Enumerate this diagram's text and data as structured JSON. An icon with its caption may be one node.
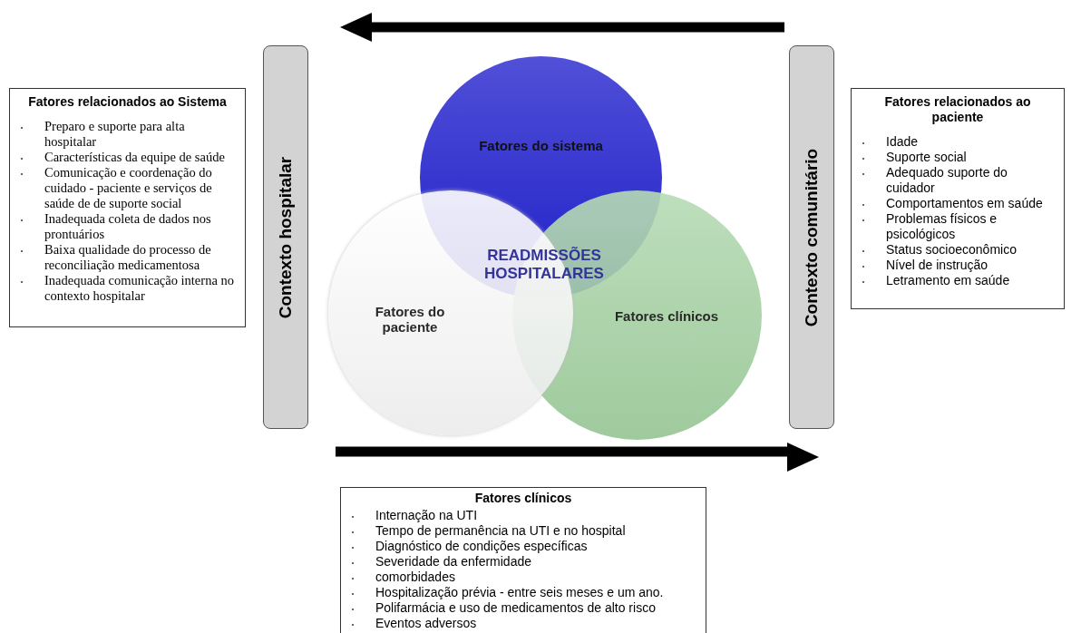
{
  "diagram": {
    "nodes": [
      {
        "text": [
          "Fatores relacionados ao Sistema",
          "Preparo e suporte para alta hospitalar",
          "Características da equipe de saúde",
          "Comunicação e coordenação do cuidado - paciente e serviços de saúde de de suporte social",
          "Inadequada coleta de dados nos prontuários",
          "Baixa qualidade do processo de reconciliação medicamentosa",
          "Inadequada comunicação interna no contexto hospitalar"
        ]
      },
      {
        "text": [
          "Contexto hospitalar"
        ]
      },
      {
        "text": [
          "Fatores do sistema"
        ]
      },
      {
        "text": [
          "Fatores do paciente"
        ]
      },
      {
        "text": [
          "Fatores clínicos"
        ]
      },
      {
        "text": [
          "Contexto comunitário"
        ]
      },
      {
        "text": [
          "Fatores relacionados ao paciente",
          "Idade",
          "Suporte social",
          "Adequado suporte do cuidador",
          "Comportamentos em saúde",
          "Problemas físicos e psicológicos",
          "Status socioeconômico",
          "Nível de instrução",
          "Letramento em saúde"
        ]
      },
      {
        "text": [
          "Fatores clínicos",
          "Internação na UTI",
          "Tempo de permanência na UTI e no hospital",
          "Diagnóstico de condições específicas",
          "Severidade da enfermidade",
          "comorbidades",
          "Hospitalização prévia - entre seis meses e um ano.",
          "Polifarmácia e uso de medicamentos de alto risco",
          "Eventos adversos"
        ]
      }
    ],
    "labels": [
      "READMISSÕES HOSPITALARES"
    ]
  }
}
